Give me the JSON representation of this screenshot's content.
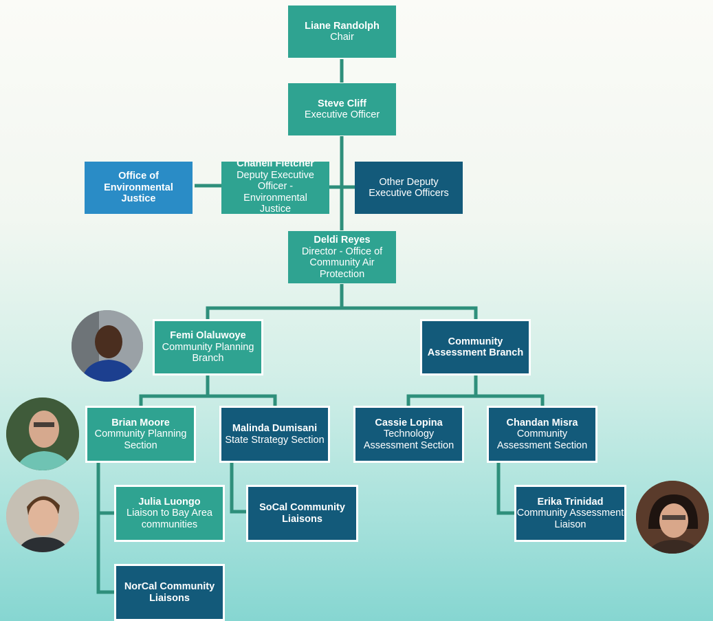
{
  "org": {
    "chair": {
      "name": "Liane Randolph",
      "title": "Chair"
    },
    "exec": {
      "name": "Steve Cliff",
      "title": "Executive Officer"
    },
    "oej": {
      "name": "Office of Environmental Justice"
    },
    "deputy_ej": {
      "name": "Chanell Fletcher",
      "title": "Deputy Executive Officer - Environmental Justice"
    },
    "other_deputy": {
      "title": "Other Deputy Executive Officers"
    },
    "director": {
      "name": "Deldi Reyes",
      "title": "Director - Office of Community Air Protection"
    },
    "planning_branch": {
      "name": "Femi Olaluwoye",
      "title": "Community Planning Branch"
    },
    "assessment_branch": {
      "name": "Community Assessment Branch"
    },
    "planning_section": {
      "name": "Brian Moore",
      "title": "Community Planning Section"
    },
    "strategy_section": {
      "name": "Malinda Dumisani",
      "title": "State Strategy Section"
    },
    "technology_section": {
      "name": "Cassie Lopina",
      "title": "Technology Assessment Section"
    },
    "comm_assessment_section": {
      "name": "Chandan Misra",
      "title": "Community Assessment Section"
    },
    "bay_area_liaison": {
      "name": "Julia Luongo",
      "title": "Liaison to Bay Area communities"
    },
    "norcal": {
      "name": "NorCal Community Liaisons"
    },
    "socal": {
      "name": "SoCal Community Liaisons"
    },
    "assessment_liaison": {
      "name": "Erika Trinidad",
      "title": "Community Assessment Liaison"
    }
  },
  "colors": {
    "teal": "#2fa391",
    "navy": "#135a7a",
    "blue": "#2a8cc6",
    "connector": "#2e8f7b"
  },
  "photos": [
    "avatar-femi",
    "avatar-brian",
    "avatar-julia",
    "avatar-erika"
  ]
}
